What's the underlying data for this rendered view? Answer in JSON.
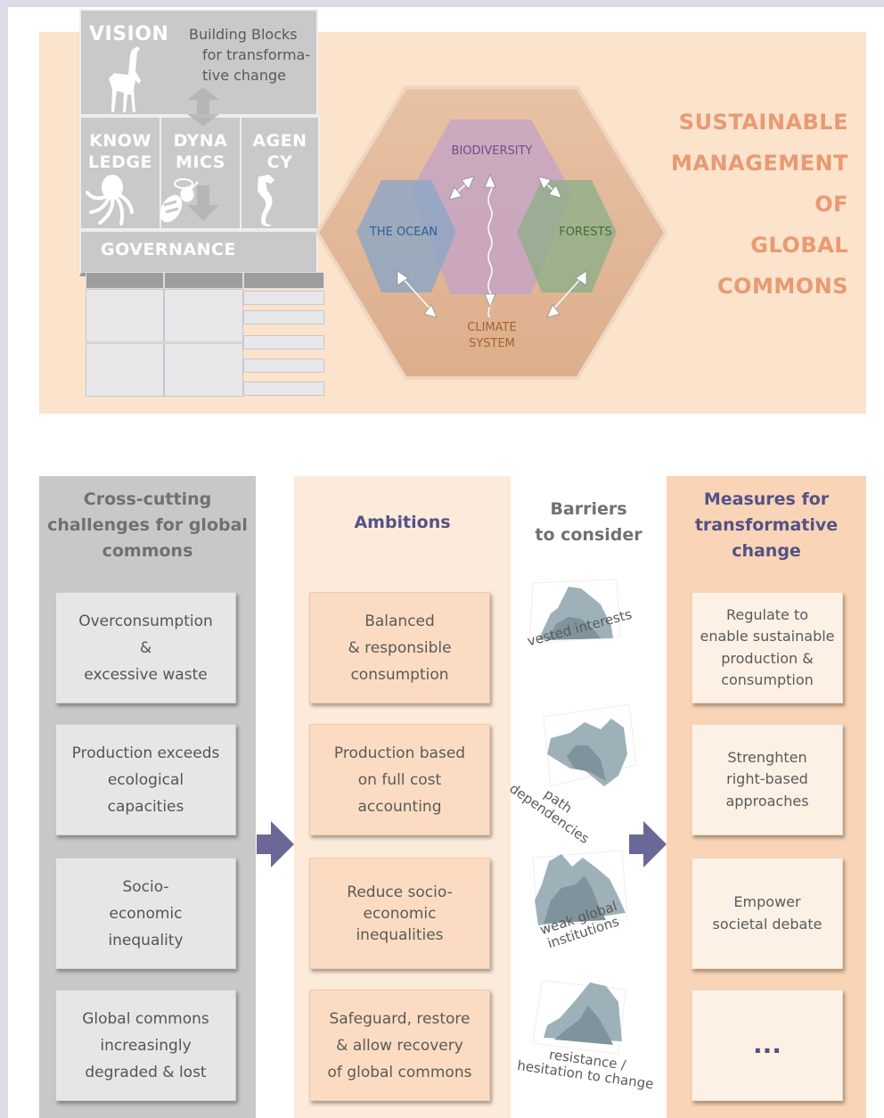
{
  "top": {
    "vision": {
      "title": "VISION",
      "subtitle_lines": [
        "Building Blocks",
        "for transforma-",
        "tive change"
      ]
    },
    "knowledge": [
      "KNOW",
      "LEDGE"
    ],
    "dynamics": [
      "DYNA",
      "MICS"
    ],
    "agency": [
      "AGEN",
      "CY"
    ],
    "governance": "GOVERNANCE",
    "hexagon": {
      "biodiversity": "BIODIVERSITY",
      "ocean": "THE OCEAN",
      "forests": "FORESTS",
      "climate": [
        "CLIMATE",
        "SYSTEM"
      ]
    },
    "commons_title_lines": [
      "SUSTAINABLE",
      "MANAGEMENT",
      "OF",
      "GLOBAL",
      "COMMONS"
    ],
    "colors": {
      "panel": "#fbe3cc",
      "accent_text": "#e89a72",
      "biodiversity": "#b07fb4",
      "ocean": "#7294b5",
      "forests": "#7ba07a"
    }
  },
  "bottom": {
    "col1": {
      "title_lines": [
        "Cross-cutting",
        "challenges for global",
        "commons"
      ],
      "cards": [
        [
          "Overconsumption",
          "&",
          "excessive waste"
        ],
        [
          "Production exceeds",
          "ecological",
          "capacities"
        ],
        [
          "Socio-",
          "economic",
          "inequality"
        ],
        [
          "Global commons",
          "increasingly",
          "degraded & lost"
        ]
      ]
    },
    "col2": {
      "title": "Ambitions",
      "cards": [
        [
          "Balanced",
          "& responsible",
          "consumption"
        ],
        [
          "Production based",
          "on full cost",
          "accounting"
        ],
        [
          "Reduce socio-",
          "economic",
          "inequalities"
        ],
        [
          "Safeguard, restore",
          "& allow recovery",
          "of global commons"
        ]
      ]
    },
    "col3": {
      "title_lines": [
        "Barriers",
        "to consider"
      ],
      "barriers": [
        [
          "vested interests"
        ],
        [
          "path",
          "dependencies"
        ],
        [
          "weak global",
          "institutions"
        ],
        [
          "resistance /",
          "hesitation to change"
        ]
      ]
    },
    "col4": {
      "title_lines": [
        "Measures for",
        "transformative",
        "change"
      ],
      "cards": [
        [
          "Regulate to",
          "enable sustainable",
          "production &",
          "consumption"
        ],
        [
          "Strenghten",
          "right-based",
          "approaches"
        ],
        [
          "Empower",
          "societal debate"
        ],
        [
          "..."
        ]
      ]
    },
    "colors": {
      "heading_purple": "#545286",
      "heading_gray": "#707070",
      "arrow": "#6b6898"
    }
  }
}
